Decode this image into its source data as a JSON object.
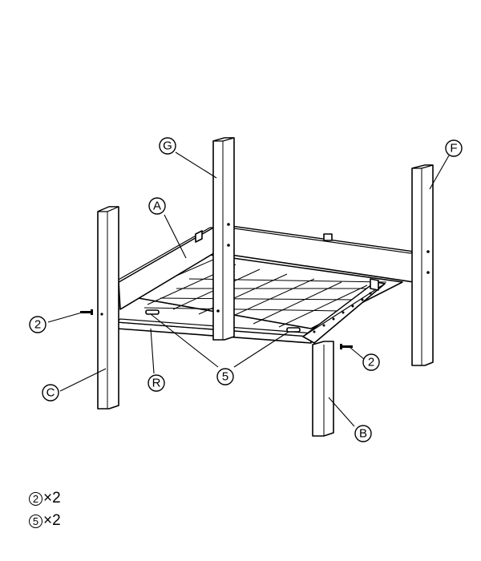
{
  "labels": {
    "G": "G",
    "F": "F",
    "A": "A",
    "C": "C",
    "R": "R",
    "B": "B",
    "two_left": "2",
    "two_right": "2",
    "five": "5"
  },
  "parts_list": [
    {
      "id": "2",
      "qty": "×2"
    },
    {
      "id": "5",
      "qty": "×2"
    }
  ]
}
